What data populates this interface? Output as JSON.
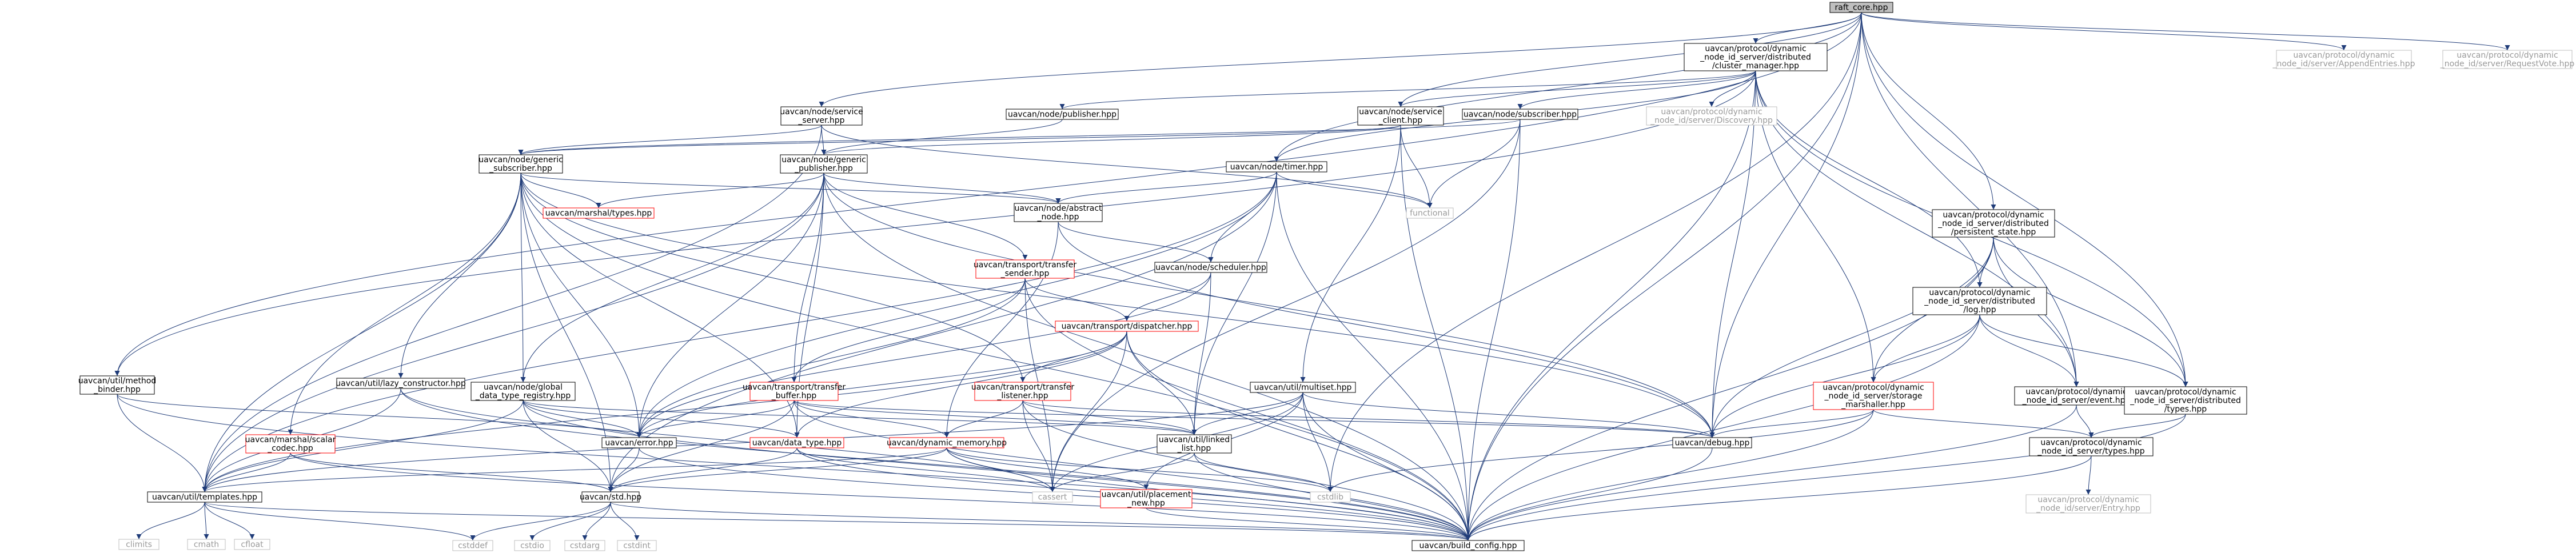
{
  "diagram": {
    "root": "raft_core.hpp",
    "nodes": [
      {
        "id": "raft_core",
        "lines": [
          "raft_core.hpp"
        ],
        "style": "root"
      },
      {
        "id": "cluster_mgr",
        "lines": [
          "uavcan/protocol/dynamic",
          "_node_id_server/distributed",
          "/cluster_manager.hpp"
        ],
        "style": "normal"
      },
      {
        "id": "append_entries",
        "lines": [
          "uavcan/protocol/dynamic",
          "_node_id/server/AppendEntries.hpp"
        ],
        "style": "gray"
      },
      {
        "id": "request_vote",
        "lines": [
          "uavcan/protocol/dynamic",
          "_node_id/server/RequestVote.hpp"
        ],
        "style": "gray"
      },
      {
        "id": "service_server",
        "lines": [
          "uavcan/node/service",
          "_server.hpp"
        ],
        "style": "normal"
      },
      {
        "id": "publisher",
        "lines": [
          "uavcan/node/publisher.hpp"
        ],
        "style": "normal"
      },
      {
        "id": "service_client",
        "lines": [
          "uavcan/node/service",
          "_client.hpp"
        ],
        "style": "normal"
      },
      {
        "id": "subscriber",
        "lines": [
          "uavcan/node/subscriber.hpp"
        ],
        "style": "normal"
      },
      {
        "id": "discovery",
        "lines": [
          "uavcan/protocol/dynamic",
          "_node_id/server/Discovery.hpp"
        ],
        "style": "gray"
      },
      {
        "id": "generic_subscriber",
        "lines": [
          "uavcan/node/generic",
          "_subscriber.hpp"
        ],
        "style": "normal"
      },
      {
        "id": "generic_publisher",
        "lines": [
          "uavcan/node/generic",
          "_publisher.hpp"
        ],
        "style": "normal"
      },
      {
        "id": "timer",
        "lines": [
          "uavcan/node/timer.hpp"
        ],
        "style": "normal"
      },
      {
        "id": "functional",
        "lines": [
          "functional"
        ],
        "style": "gray"
      },
      {
        "id": "marshal_types",
        "lines": [
          "uavcan/marshal/types.hpp"
        ],
        "style": "red"
      },
      {
        "id": "abstract_node",
        "lines": [
          "uavcan/node/abstract",
          "_node.hpp"
        ],
        "style": "normal"
      },
      {
        "id": "persistent_state",
        "lines": [
          "uavcan/protocol/dynamic",
          "_node_id_server/distributed",
          "/persistent_state.hpp"
        ],
        "style": "normal"
      },
      {
        "id": "transfer_sender",
        "lines": [
          "uavcan/transport/transfer",
          "_sender.hpp"
        ],
        "style": "red"
      },
      {
        "id": "scheduler",
        "lines": [
          "uavcan/node/scheduler.hpp"
        ],
        "style": "normal"
      },
      {
        "id": "dist_log",
        "lines": [
          "uavcan/protocol/dynamic",
          "_node_id_server/distributed",
          "/log.hpp"
        ],
        "style": "normal"
      },
      {
        "id": "dispatcher",
        "lines": [
          "uavcan/transport/dispatcher.hpp"
        ],
        "style": "red"
      },
      {
        "id": "method_binder",
        "lines": [
          "uavcan/util/method",
          "_binder.hpp"
        ],
        "style": "normal"
      },
      {
        "id": "lazy_constructor",
        "lines": [
          "uavcan/util/lazy_constructor.hpp"
        ],
        "style": "normal"
      },
      {
        "id": "global_dtr",
        "lines": [
          "uavcan/node/global",
          "_data_type_registry.hpp"
        ],
        "style": "normal"
      },
      {
        "id": "transfer_buffer",
        "lines": [
          "uavcan/transport/transfer",
          "_buffer.hpp"
        ],
        "style": "red"
      },
      {
        "id": "transfer_listener",
        "lines": [
          "uavcan/transport/transfer",
          "_listener.hpp"
        ],
        "style": "red"
      },
      {
        "id": "multiset",
        "lines": [
          "uavcan/util/multiset.hpp"
        ],
        "style": "normal"
      },
      {
        "id": "storage_marshaller",
        "lines": [
          "uavcan/protocol/dynamic",
          "_node_id_server/storage",
          "_marshaller.hpp"
        ],
        "style": "red"
      },
      {
        "id": "event",
        "lines": [
          "uavcan/protocol/dynamic",
          "_node_id_server/event.hpp"
        ],
        "style": "normal"
      },
      {
        "id": "dist_types",
        "lines": [
          "uavcan/protocol/dynamic",
          "_node_id_server/distributed",
          "/types.hpp"
        ],
        "style": "normal"
      },
      {
        "id": "scalar_codec",
        "lines": [
          "uavcan/marshal/scalar",
          "_codec.hpp"
        ],
        "style": "red"
      },
      {
        "id": "error",
        "lines": [
          "uavcan/error.hpp"
        ],
        "style": "normal"
      },
      {
        "id": "data_type",
        "lines": [
          "uavcan/data_type.hpp"
        ],
        "style": "red"
      },
      {
        "id": "dynamic_memory",
        "lines": [
          "uavcan/dynamic_memory.hpp"
        ],
        "style": "red"
      },
      {
        "id": "linked_list",
        "lines": [
          "uavcan/util/linked",
          "_list.hpp"
        ],
        "style": "normal"
      },
      {
        "id": "debug",
        "lines": [
          "uavcan/debug.hpp"
        ],
        "style": "normal"
      },
      {
        "id": "server_types",
        "lines": [
          "uavcan/protocol/dynamic",
          "_node_id_server/types.hpp"
        ],
        "style": "normal"
      },
      {
        "id": "templates",
        "lines": [
          "uavcan/util/templates.hpp"
        ],
        "style": "normal"
      },
      {
        "id": "std",
        "lines": [
          "uavcan/std.hpp"
        ],
        "style": "normal"
      },
      {
        "id": "cassert",
        "lines": [
          "cassert"
        ],
        "style": "gray"
      },
      {
        "id": "placement_new",
        "lines": [
          "uavcan/util/placement",
          "_new.hpp"
        ],
        "style": "red"
      },
      {
        "id": "cstdlib",
        "lines": [
          "cstdlib"
        ],
        "style": "gray"
      },
      {
        "id": "entry",
        "lines": [
          "uavcan/protocol/dynamic",
          "_node_id/server/Entry.hpp"
        ],
        "style": "gray"
      },
      {
        "id": "climits",
        "lines": [
          "climits"
        ],
        "style": "gray"
      },
      {
        "id": "cmath",
        "lines": [
          "cmath"
        ],
        "style": "gray"
      },
      {
        "id": "cfloat",
        "lines": [
          "cfloat"
        ],
        "style": "gray"
      },
      {
        "id": "cstddef",
        "lines": [
          "cstddef"
        ],
        "style": "gray"
      },
      {
        "id": "cstdio",
        "lines": [
          "cstdio"
        ],
        "style": "gray"
      },
      {
        "id": "cstdarg",
        "lines": [
          "cstdarg"
        ],
        "style": "gray"
      },
      {
        "id": "cstdint",
        "lines": [
          "cstdint"
        ],
        "style": "gray"
      },
      {
        "id": "build_config",
        "lines": [
          "uavcan/build_config.hpp"
        ],
        "style": "normal"
      }
    ],
    "edges": [
      [
        "raft_core",
        "cluster_mgr"
      ],
      [
        "raft_core",
        "append_entries"
      ],
      [
        "raft_core",
        "request_vote"
      ],
      [
        "raft_core",
        "service_server"
      ],
      [
        "raft_core",
        "service_client"
      ],
      [
        "raft_core",
        "timer"
      ],
      [
        "raft_core",
        "method_binder"
      ],
      [
        "raft_core",
        "debug"
      ],
      [
        "raft_core",
        "cstdlib"
      ],
      [
        "raft_core",
        "persistent_state"
      ],
      [
        "raft_core",
        "event"
      ],
      [
        "raft_core",
        "dist_types"
      ],
      [
        "raft_core",
        "build_config"
      ],
      [
        "cluster_mgr",
        "publisher"
      ],
      [
        "cluster_mgr",
        "subscriber"
      ],
      [
        "cluster_mgr",
        "discovery"
      ],
      [
        "cluster_mgr",
        "timer"
      ],
      [
        "cluster_mgr",
        "service_client"
      ],
      [
        "cluster_mgr",
        "dist_log"
      ],
      [
        "cluster_mgr",
        "storage_marshaller"
      ],
      [
        "cluster_mgr",
        "event"
      ],
      [
        "cluster_mgr",
        "dist_types"
      ],
      [
        "cluster_mgr",
        "debug"
      ],
      [
        "cluster_mgr",
        "build_config"
      ],
      [
        "cluster_mgr",
        "method_binder"
      ],
      [
        "service_server",
        "generic_subscriber"
      ],
      [
        "service_server",
        "generic_publisher"
      ],
      [
        "service_server",
        "functional"
      ],
      [
        "service_server",
        "templates"
      ],
      [
        "publisher",
        "generic_publisher"
      ],
      [
        "service_client",
        "generic_subscriber"
      ],
      [
        "service_client",
        "generic_publisher"
      ],
      [
        "service_client",
        "functional"
      ],
      [
        "service_client",
        "multiset"
      ],
      [
        "service_client",
        "build_config"
      ],
      [
        "subscriber",
        "generic_subscriber"
      ],
      [
        "subscriber",
        "functional"
      ],
      [
        "subscriber",
        "cassert"
      ],
      [
        "subscriber",
        "build_config"
      ],
      [
        "generic_subscriber",
        "abstract_node"
      ],
      [
        "generic_subscriber",
        "marshal_types"
      ],
      [
        "generic_subscriber",
        "lazy_constructor"
      ],
      [
        "generic_subscriber",
        "global_dtr"
      ],
      [
        "generic_subscriber",
        "transfer_listener"
      ],
      [
        "generic_subscriber",
        "error"
      ],
      [
        "generic_subscriber",
        "data_type"
      ],
      [
        "generic_subscriber",
        "templates"
      ],
      [
        "generic_subscriber",
        "debug"
      ],
      [
        "generic_subscriber",
        "build_config"
      ],
      [
        "generic_subscriber",
        "scalar_codec"
      ],
      [
        "generic_subscriber",
        "std"
      ],
      [
        "generic_publisher",
        "abstract_node"
      ],
      [
        "generic_publisher",
        "marshal_types"
      ],
      [
        "generic_publisher",
        "transfer_sender"
      ],
      [
        "generic_publisher",
        "global_dtr"
      ],
      [
        "generic_publisher",
        "transfer_buffer"
      ],
      [
        "generic_publisher",
        "error"
      ],
      [
        "generic_publisher",
        "data_type"
      ],
      [
        "generic_publisher",
        "debug"
      ],
      [
        "generic_publisher",
        "build_config"
      ],
      [
        "generic_publisher",
        "templates"
      ],
      [
        "timer",
        "abstract_node"
      ],
      [
        "timer",
        "scheduler"
      ],
      [
        "timer",
        "functional"
      ],
      [
        "timer",
        "linked_list"
      ],
      [
        "timer",
        "error"
      ],
      [
        "timer",
        "templates"
      ],
      [
        "timer",
        "build_config"
      ],
      [
        "timer",
        "std"
      ],
      [
        "abstract_node",
        "scheduler"
      ],
      [
        "abstract_node",
        "dynamic_memory"
      ],
      [
        "abstract_node",
        "debug"
      ],
      [
        "transfer_sender",
        "dispatcher"
      ],
      [
        "transfer_sender",
        "transfer_buffer"
      ],
      [
        "transfer_sender",
        "error"
      ],
      [
        "transfer_sender",
        "cassert"
      ],
      [
        "transfer_sender",
        "build_config"
      ],
      [
        "scheduler",
        "dispatcher"
      ],
      [
        "scheduler",
        "linked_list"
      ],
      [
        "scheduler",
        "error"
      ],
      [
        "dispatcher",
        "transfer_listener"
      ],
      [
        "dispatcher",
        "linked_list"
      ],
      [
        "dispatcher",
        "error"
      ],
      [
        "dispatcher",
        "cassert"
      ],
      [
        "dispatcher",
        "build_config"
      ],
      [
        "dispatcher",
        "data_type"
      ],
      [
        "dispatcher",
        "templates"
      ],
      [
        "persistent_state",
        "dist_log"
      ],
      [
        "persistent_state",
        "storage_marshaller"
      ],
      [
        "persistent_state",
        "event"
      ],
      [
        "persistent_state",
        "dist_types"
      ],
      [
        "persistent_state",
        "debug"
      ],
      [
        "persistent_state",
        "build_config"
      ],
      [
        "dist_log",
        "storage_marshaller"
      ],
      [
        "dist_log",
        "event"
      ],
      [
        "dist_log",
        "dist_types"
      ],
      [
        "dist_log",
        "debug"
      ],
      [
        "dist_log",
        "build_config"
      ],
      [
        "storage_marshaller",
        "server_types"
      ],
      [
        "storage_marshaller",
        "debug"
      ],
      [
        "storage_marshaller",
        "cstdlib"
      ],
      [
        "storage_marshaller",
        "build_config"
      ],
      [
        "event",
        "server_types"
      ],
      [
        "event",
        "build_config"
      ],
      [
        "dist_types",
        "server_types"
      ],
      [
        "dist_types",
        "build_config"
      ],
      [
        "server_types",
        "entry"
      ],
      [
        "server_types",
        "build_config"
      ],
      [
        "method_binder",
        "error"
      ],
      [
        "method_binder",
        "templates"
      ],
      [
        "method_binder",
        "build_config"
      ],
      [
        "lazy_constructor",
        "templates"
      ],
      [
        "lazy_constructor",
        "cassert"
      ],
      [
        "lazy_constructor",
        "build_config"
      ],
      [
        "global_dtr",
        "error"
      ],
      [
        "global_dtr",
        "data_type"
      ],
      [
        "global_dtr",
        "linked_list"
      ],
      [
        "global_dtr",
        "std"
      ],
      [
        "global_dtr",
        "templates"
      ],
      [
        "global_dtr",
        "build_config"
      ],
      [
        "transfer_buffer",
        "error"
      ],
      [
        "transfer_buffer",
        "dynamic_memory"
      ],
      [
        "transfer_buffer",
        "linked_list"
      ],
      [
        "transfer_buffer",
        "debug"
      ],
      [
        "transfer_buffer",
        "std"
      ],
      [
        "transfer_buffer",
        "build_config"
      ],
      [
        "transfer_listener",
        "dynamic_memory"
      ],
      [
        "transfer_listener",
        "linked_list"
      ],
      [
        "transfer_listener",
        "debug"
      ],
      [
        "transfer_listener",
        "cassert"
      ],
      [
        "transfer_listener",
        "build_config"
      ],
      [
        "multiset",
        "linked_list"
      ],
      [
        "multiset",
        "placement_new"
      ],
      [
        "multiset",
        "debug"
      ],
      [
        "multiset",
        "cassert"
      ],
      [
        "multiset",
        "cstdlib"
      ],
      [
        "multiset",
        "templates"
      ],
      [
        "multiset",
        "build_config"
      ],
      [
        "scalar_codec",
        "std"
      ],
      [
        "scalar_codec",
        "templates"
      ],
      [
        "scalar_codec",
        "build_config"
      ],
      [
        "error",
        "std"
      ],
      [
        "error",
        "build_config"
      ],
      [
        "data_type",
        "std"
      ],
      [
        "data_type",
        "build_config"
      ],
      [
        "data_type",
        "cassert"
      ],
      [
        "dynamic_memory",
        "std"
      ],
      [
        "dynamic_memory",
        "templates"
      ],
      [
        "dynamic_memory",
        "placement_new"
      ],
      [
        "dynamic_memory",
        "cassert"
      ],
      [
        "dynamic_memory",
        "cstdlib"
      ],
      [
        "dynamic_memory",
        "build_config"
      ],
      [
        "linked_list",
        "cassert"
      ],
      [
        "linked_list",
        "cstdlib"
      ],
      [
        "linked_list",
        "build_config"
      ],
      [
        "debug",
        "build_config"
      ],
      [
        "templates",
        "climits"
      ],
      [
        "templates",
        "cmath"
      ],
      [
        "templates",
        "cfloat"
      ],
      [
        "templates",
        "cstddef"
      ],
      [
        "templates",
        "build_config"
      ],
      [
        "std",
        "cstddef"
      ],
      [
        "std",
        "cstdio"
      ],
      [
        "std",
        "cstdarg"
      ],
      [
        "std",
        "cstdint"
      ],
      [
        "std",
        "build_config"
      ],
      [
        "placement_new",
        "build_config"
      ]
    ]
  }
}
